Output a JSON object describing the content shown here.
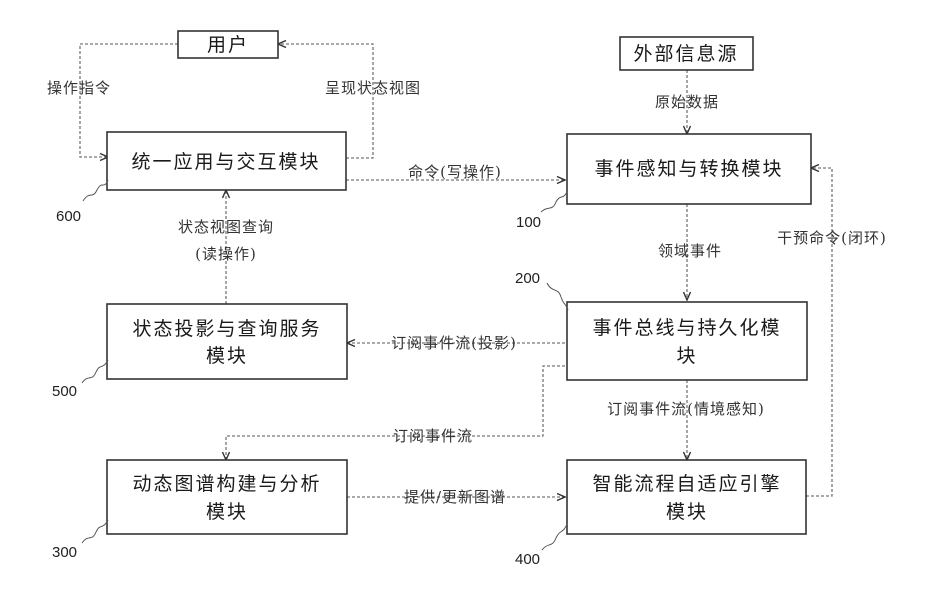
{
  "nodes": {
    "user": "用户",
    "external_source": "外部信息源",
    "m600": "统一应用与交互模块",
    "m100": "事件感知与转换模块",
    "m500": [
      "状态投影与查询服务",
      "模块"
    ],
    "m200": [
      "事件总线与持久化模",
      "块"
    ],
    "m300": [
      "动态图谱构建与分析",
      "模块"
    ],
    "m400": [
      "智能流程自适应引擎",
      "模块"
    ]
  },
  "edges": {
    "operate_cmd": "操作指令",
    "present_view": "呈现状态视图",
    "raw_data": "原始数据",
    "command_write": "命令(写操作)",
    "domain_event": "领域事件",
    "intervene_cmd": "干预命令(闭环)",
    "view_query": [
      "状态视图查询",
      "(读操作)"
    ],
    "subscribe_projection": "订阅事件流(投影)",
    "subscribe_context": "订阅事件流(情境感知)",
    "subscribe_stream": "订阅事件流",
    "provide_update_graph": "提供/更新图谱"
  },
  "refs": {
    "r600": "600",
    "r100": "100",
    "r200": "200",
    "r500": "500",
    "r300": "300",
    "r400": "400"
  }
}
